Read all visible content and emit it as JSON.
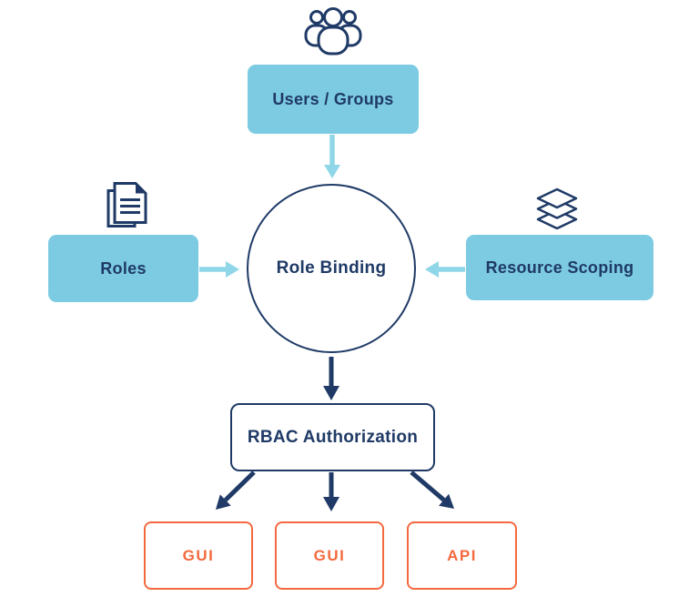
{
  "diagram": {
    "nodes": {
      "users_groups": {
        "label": "Users / Groups",
        "icon": "users-group-icon"
      },
      "roles": {
        "label": "Roles",
        "icon": "documents-icon"
      },
      "resource_scoping": {
        "label": "Resource Scoping",
        "icon": "layers-icon"
      },
      "role_binding": {
        "label": "Role Binding"
      },
      "rbac_authorization": {
        "label": "RBAC Authorization"
      },
      "outputs": [
        {
          "label": "GUI"
        },
        {
          "label": "GUI"
        },
        {
          "label": "API"
        }
      ]
    },
    "edges": [
      {
        "from": "users_groups",
        "to": "role_binding",
        "style": "light-blue"
      },
      {
        "from": "roles",
        "to": "role_binding",
        "style": "light-blue"
      },
      {
        "from": "resource_scoping",
        "to": "role_binding",
        "style": "light-blue"
      },
      {
        "from": "role_binding",
        "to": "rbac_authorization",
        "style": "navy"
      },
      {
        "from": "rbac_authorization",
        "to": "outputs.0",
        "style": "navy"
      },
      {
        "from": "rbac_authorization",
        "to": "outputs.1",
        "style": "navy"
      },
      {
        "from": "rbac_authorization",
        "to": "outputs.2",
        "style": "navy"
      }
    ],
    "colors": {
      "light_blue": "#7CCBE2",
      "arrow_light_blue": "#8FD6E8",
      "navy": "#1F3A66",
      "orange": "#F4693E",
      "background": "#FFFFFF"
    }
  }
}
